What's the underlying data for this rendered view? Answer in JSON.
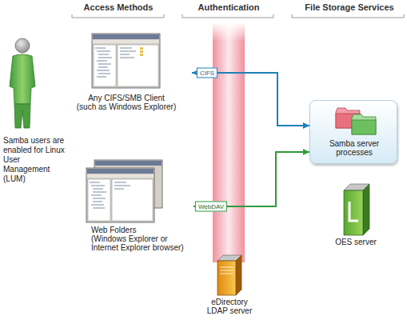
{
  "diagram": {
    "nodes": [
      {
        "text": [
          "Any CIFS/SMB Client",
          "(such as Windows Explorer)"
        ]
      },
      {
        "text": [
          "Samba server processes"
        ]
      },
      {
        "text": [
          "Web Folders",
          "(Windows Explorer or Internet Explorer browser)"
        ]
      },
      {
        "text": [
          "OES server"
        ]
      },
      {
        "text": [
          "eDirectory LDAP server"
        ]
      }
    ],
    "edges": [
      {
        "from": 0,
        "to": 1,
        "label": "CIFS",
        "arrow": "both"
      },
      {
        "from": 2,
        "to": 1,
        "label": "WebDAV",
        "arrow": "both"
      }
    ],
    "labels": [
      "Access Methods",
      "Authentication",
      "File Storage Services",
      "Samba users are enabled for Linux User Management (LUM)"
    ]
  }
}
